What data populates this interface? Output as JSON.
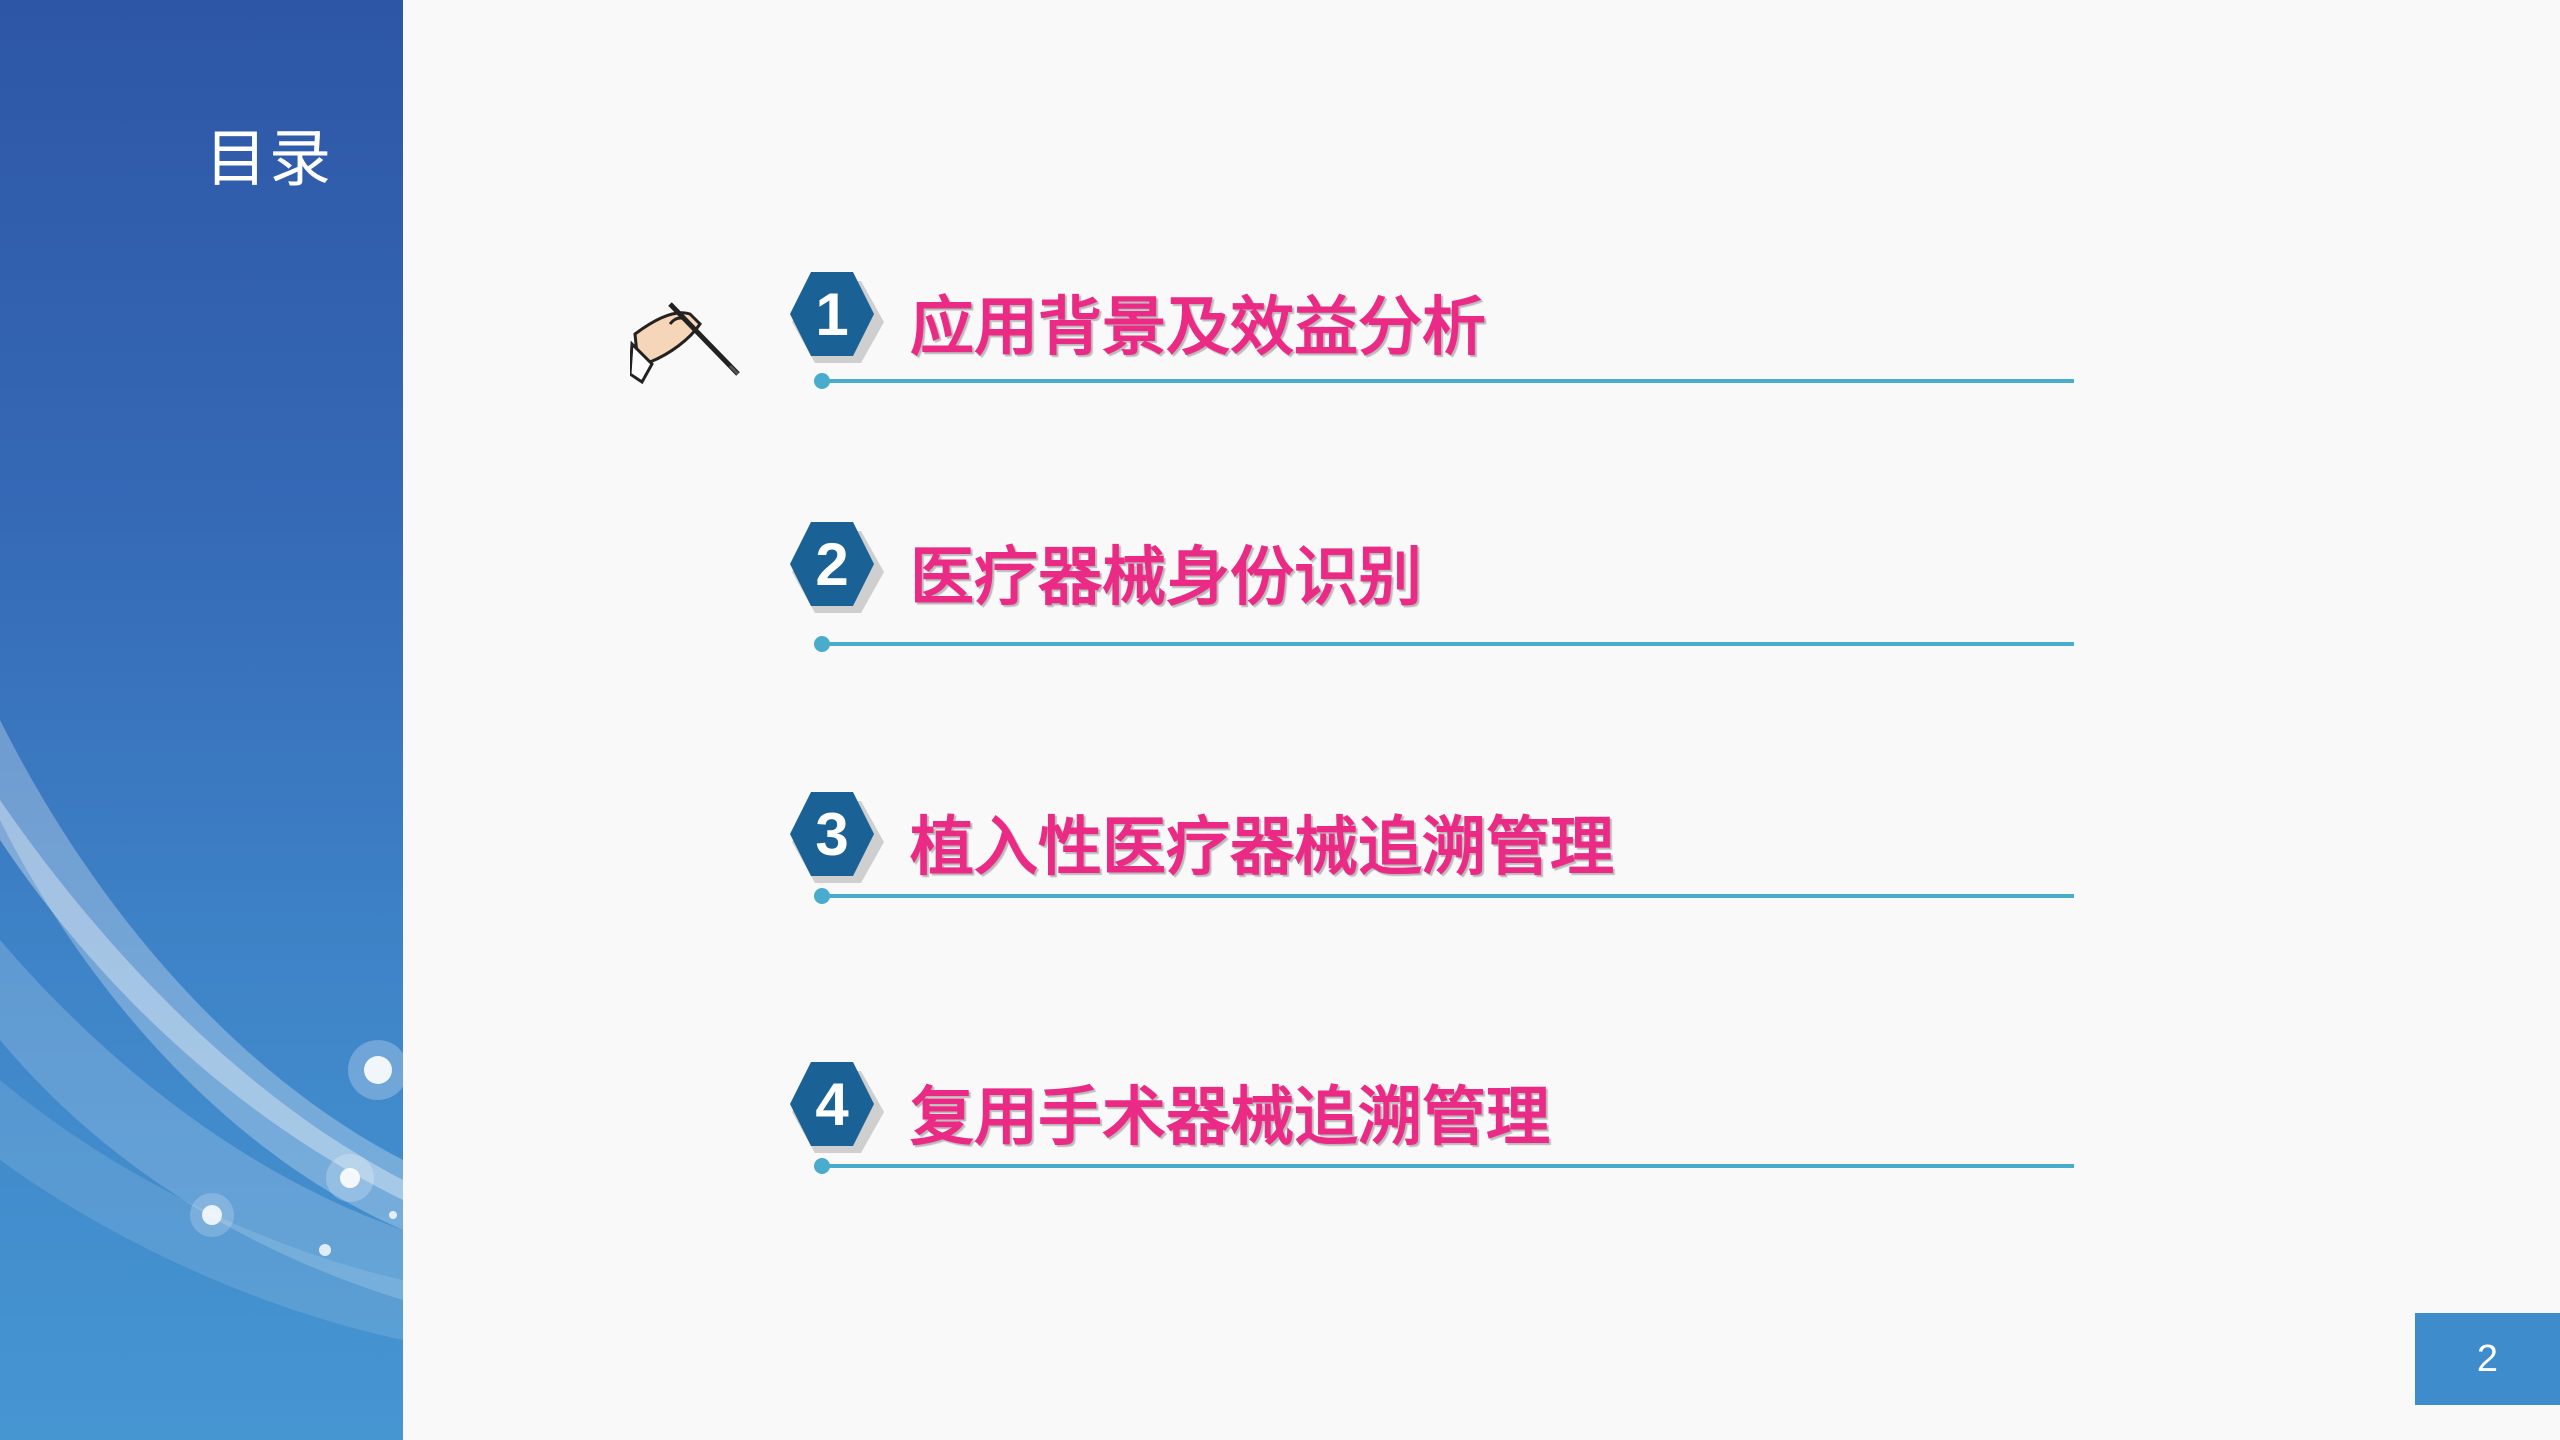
{
  "slide": {
    "title": "目录",
    "page_number": "2",
    "colors": {
      "sidebar_top": "#2d56a6",
      "sidebar_bottom": "#4696d2",
      "item_text": "#ea2a84",
      "badge": "#1a6296",
      "line": "#4aaccc",
      "page_badge": "#3f8ccc"
    },
    "icons": [
      "pen-in-hand-icon"
    ],
    "items": [
      {
        "number": "1",
        "label": "应用背景及效益分析"
      },
      {
        "number": "2",
        "label": "医疗器械身份识别"
      },
      {
        "number": "3",
        "label": "植入性医疗器械追溯管理"
      },
      {
        "number": "4",
        "label": "复用手术器械追溯管理"
      }
    ]
  }
}
